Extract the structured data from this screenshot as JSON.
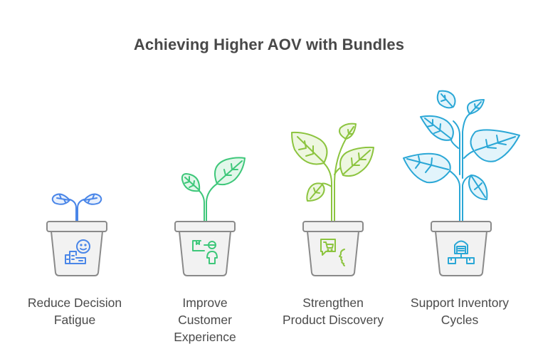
{
  "title": "Achieving Higher AOV with Bundles",
  "colors": {
    "title": "#484848",
    "text": "#4a4a4a",
    "pot_fill": "#f2f2f2",
    "pot_stroke": "#8a8a8a",
    "stage1": "#4a86e8",
    "stage2": "#3ec77a",
    "stage3": "#8cc43f",
    "stage4": "#2aa7d6"
  },
  "stages": [
    {
      "label_line1": "Reduce Decision",
      "label_line2": "Fatigue",
      "label_line3": "",
      "icon": "happy-customer-shopping-icon",
      "color": "#4a86e8"
    },
    {
      "label_line1": "Improve",
      "label_line2": "Customer",
      "label_line3": "Experience",
      "icon": "delivery-person-box-icon",
      "color": "#3ec77a"
    },
    {
      "label_line1": "Strengthen",
      "label_line2": "Product Discovery",
      "label_line3": "",
      "icon": "cart-speech-bubble-icon",
      "color": "#8cc43f"
    },
    {
      "label_line1": "Support Inventory",
      "label_line2": "Cycles",
      "label_line3": "",
      "icon": "warehouse-distribution-icon",
      "color": "#2aa7d6"
    }
  ]
}
